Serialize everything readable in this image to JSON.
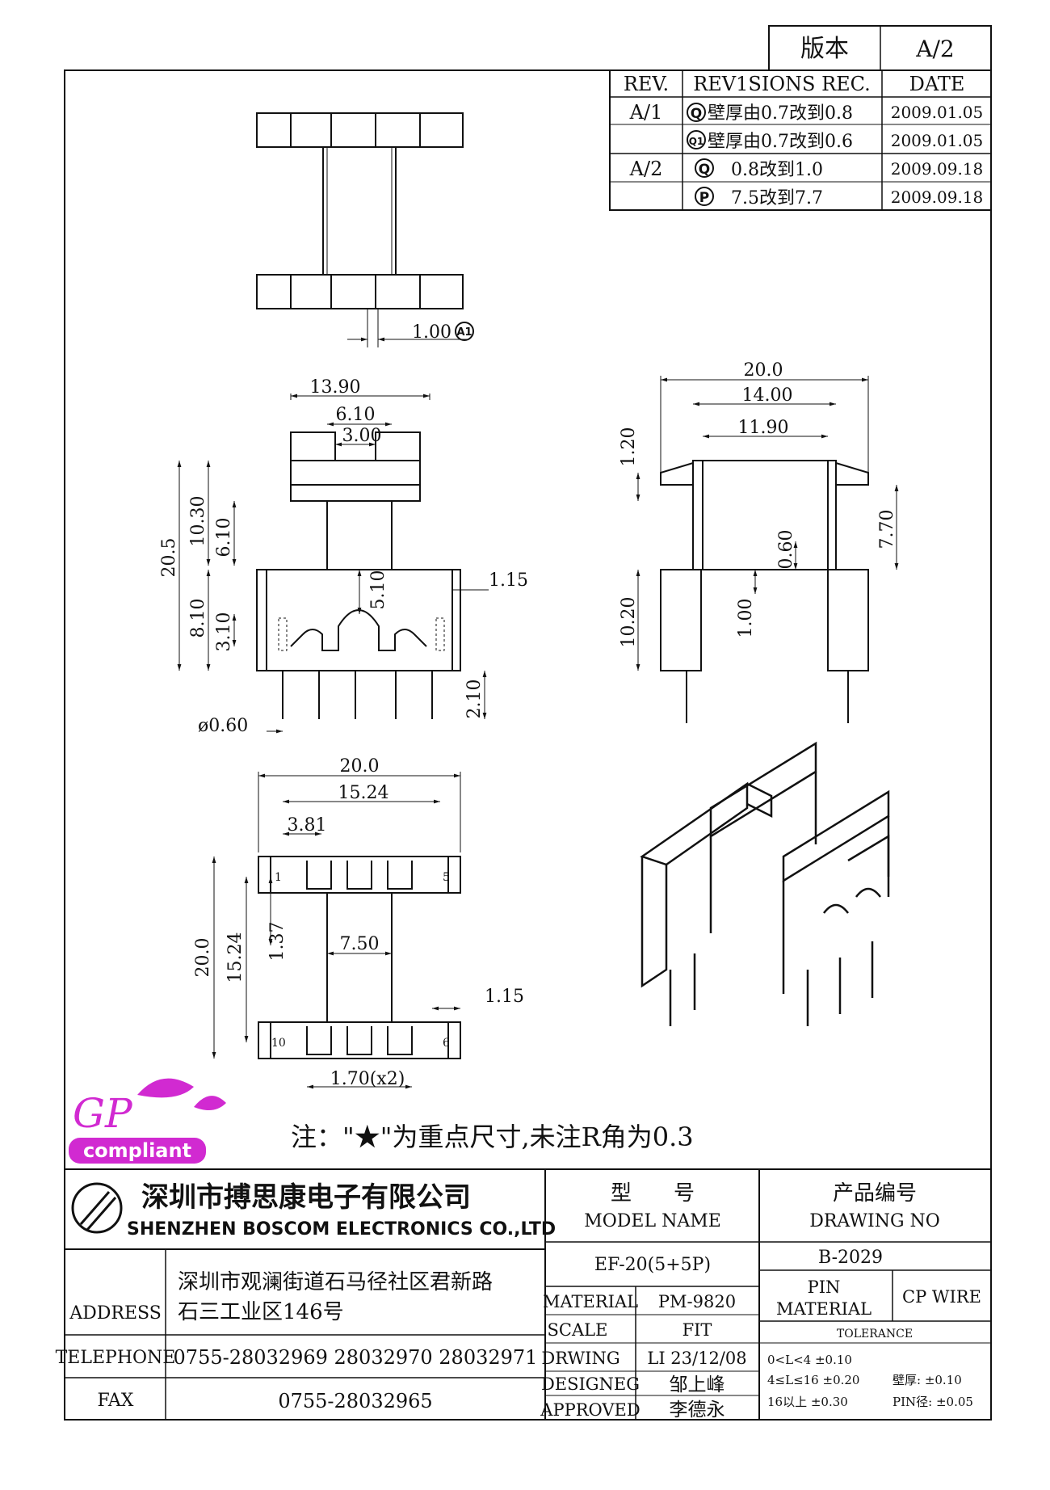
{
  "version_box": {
    "label": "版本",
    "value": "A/2"
  },
  "revisions": {
    "headers": [
      "REV.",
      "REV1SIONS REC.",
      "DATE"
    ],
    "rows": [
      {
        "rev": "A/1",
        "mark": "Q",
        "text": "壁厚由0.7改到0.8",
        "date": "2009.01.05"
      },
      {
        "rev": "",
        "mark": "Q1",
        "text": "壁厚由0.7改到0.6",
        "date": "2009.01.05"
      },
      {
        "rev": "A/2",
        "mark": "Q",
        "text": "0.8改到1.0",
        "date": "2009.09.18"
      },
      {
        "rev": "",
        "mark": "P",
        "text": "7.5改到7.7",
        "date": "2009.09.18"
      }
    ]
  },
  "dimensions": {
    "top_view": {
      "a1": "1.00",
      "a1_mark": "A1"
    },
    "front_view": {
      "A": "13.90",
      "B": "6.10",
      "C": "3.00",
      "F": "10.30",
      "G": "6.10",
      "E": "20.5",
      "H": "8.10",
      "h2": "3.10",
      "center": "5.10",
      "I": "1.15",
      "J": "2.10",
      "K": "ø0.60"
    },
    "side_view": {
      "L": "20.0",
      "M": "14.00",
      "N": "11.90",
      "O": "1.20",
      "Q1": "0.60",
      "P": "7.70",
      "R": "10.20",
      "Q": "1.00"
    },
    "bottom_view": {
      "S": "20.0",
      "T": "15.24",
      "U": "3.81",
      "V": "20.0",
      "W": "15.24",
      "h137": "1.37",
      "X": "7.50",
      "Y": "1.15",
      "Z": "1.70(x2)",
      "pin1": "1",
      "pin5": "5",
      "pin10": "10",
      "pin6": "6"
    }
  },
  "note": "注：\"★\"为重点尺寸,未注R角为0.3",
  "gp_logo": {
    "letters": "GP",
    "word": "compliant"
  },
  "company": {
    "name_cn": "深圳市搏思康电子有限公司",
    "name_en": "SHENZHEN BOSCOM ELECTRONICS CO.,LTD",
    "address_label": "ADDRESS",
    "address_line1": "深圳市观澜街道石马径社区君新路",
    "address_line2": "石三工业区146号",
    "telephone_label": "TELEPHONE",
    "telephone": "0755-28032969 28032970 28032971",
    "fax_label": "FAX",
    "fax": "0755-28032965"
  },
  "title_block": {
    "model_label_cn": "型　　号",
    "model_label_en": "MODEL NAME",
    "model": "EF-20(5+5P)",
    "drawing_label_cn": "产品编号",
    "drawing_label_en": "DRAWING NO",
    "drawing_no": "B-2029",
    "material_label": "MATERIAL",
    "material": "PM-9820",
    "scale_label": "SCALE",
    "scale": "FIT",
    "drwing_label": "DRWING",
    "drwing": "LI 23/12/08",
    "designeg_label": "DESIGNEG",
    "designeg": "邹上峰",
    "approved_label": "APPROVED",
    "approved": "李德永",
    "pin_material_label": [
      "PIN",
      "MATERIAL"
    ],
    "pin_material": "CP WIRE",
    "tolerance_label": "TOLERANCE",
    "tolerance_rows": [
      "0<L<4  ±0.10",
      "4≤L≤16  ±0.20",
      "16以上     ±0.30"
    ],
    "tolerance_right": [
      "壁厚:  ±0.10",
      "PIN径: ±0.05"
    ]
  }
}
